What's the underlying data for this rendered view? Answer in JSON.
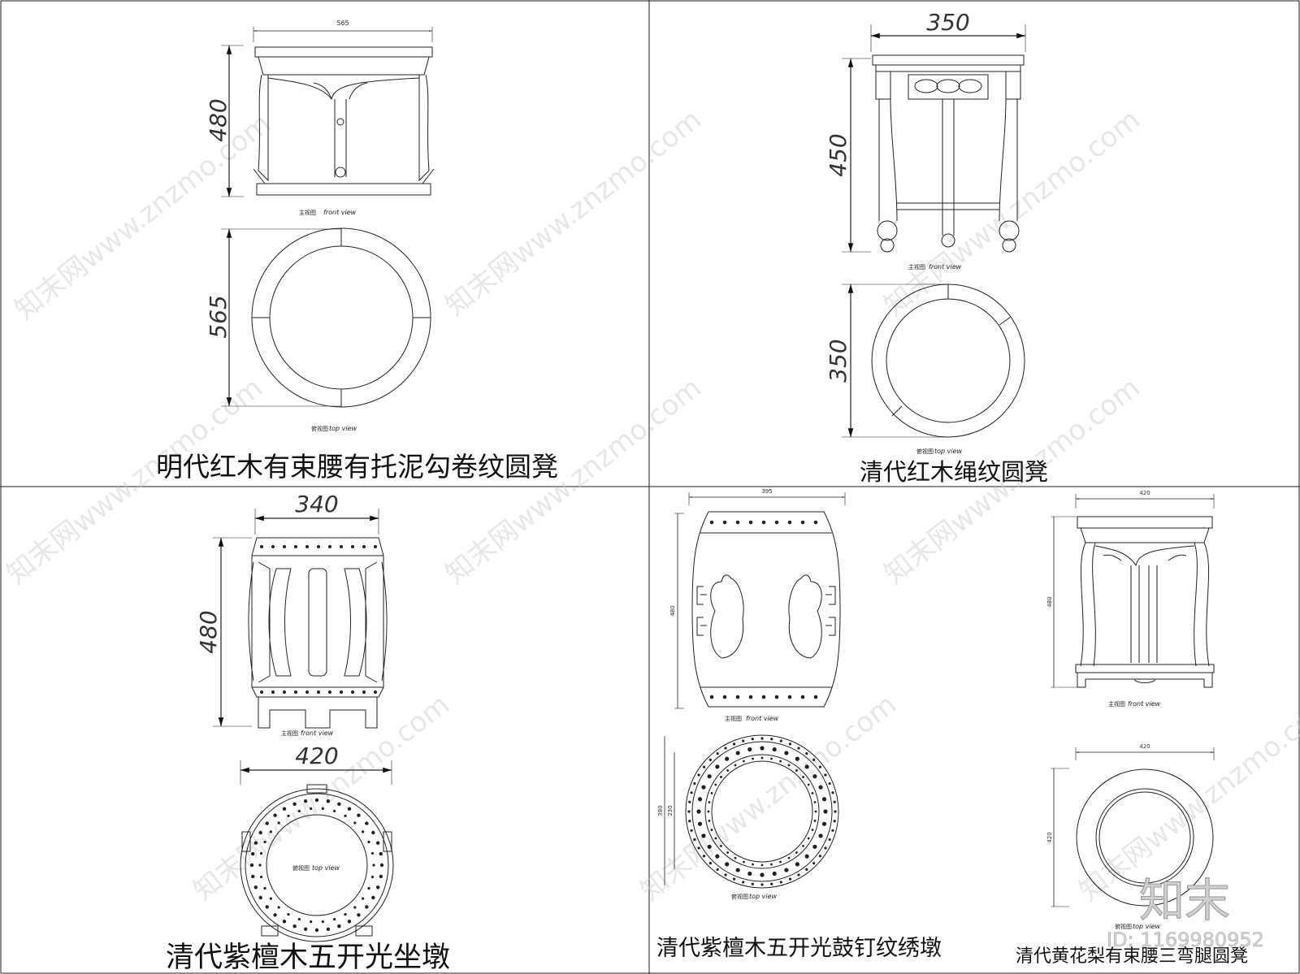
{
  "panels": [
    {
      "title": "明代红木有束腰有托泥勾卷纹圆凳",
      "front_width": "565",
      "front_height": "480",
      "top_size": "565",
      "front_caption_cn": "主视图",
      "front_caption_en": "front view",
      "top_caption_cn": "俯视图",
      "top_caption_en": "top view"
    },
    {
      "title": "清代红木绳纹圆凳",
      "front_width": "350",
      "front_height": "450",
      "top_size": "350",
      "front_caption_cn": "主视图",
      "front_caption_en": "front view",
      "top_caption_cn": "俯视图",
      "top_caption_en": "top view"
    },
    {
      "title": "清代紫檀木五开光坐墩",
      "front_width": "340",
      "front_height": "480",
      "top_size": "420",
      "front_caption_cn": "主视图",
      "front_caption_en": "front view",
      "top_caption_cn": "俯视图",
      "top_caption_en": "top view"
    },
    {
      "title": "清代紫檀木五开光鼓钉纹绣墩",
      "front_width": "395",
      "front_height": "480",
      "top_size_outer": "380",
      "top_size_inner": "230",
      "front_caption_cn": "主视图",
      "front_caption_en": "front view",
      "top_caption_cn": "俯视图",
      "top_caption_en": "top view"
    },
    {
      "title": "清代黄花梨有束腰三弯腿圆凳",
      "front_width": "420",
      "front_height": "480",
      "top_size_w": "420",
      "top_size_h": "420",
      "front_caption_cn": "主视图",
      "front_caption_en": "front view",
      "top_caption_cn": "俯视图",
      "top_caption_en": "top view"
    }
  ],
  "watermark": {
    "text": "知末网www.znzmo.com",
    "logo": "知末",
    "id": "ID: 1169980952"
  }
}
